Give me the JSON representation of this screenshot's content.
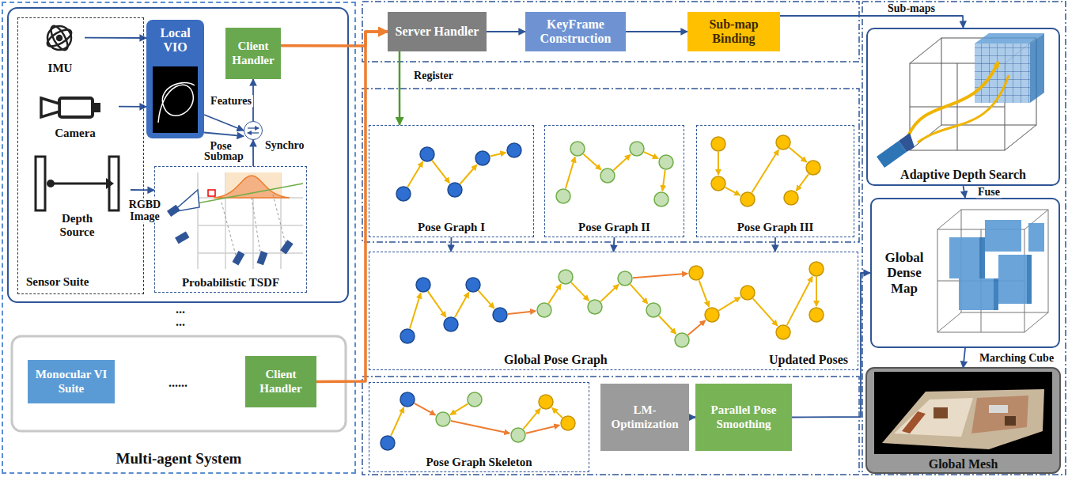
{
  "diagram": {
    "nodes": [
      {
        "text": [
          "Multi-agent System"
        ]
      },
      {
        "text": [
          "Sensor Suite"
        ],
        "in": 0
      },
      {
        "text": [
          "IMU"
        ],
        "in": 1
      },
      {
        "text": [
          "Camera"
        ],
        "in": 1
      },
      {
        "text": [
          "Depth Source"
        ],
        "in": 1
      },
      {
        "text": [
          "Local VIO"
        ],
        "in": 0
      },
      {
        "text": [
          "Client Handler"
        ],
        "in": 0
      },
      {
        "text": [
          "Synchro"
        ],
        "in": 0
      },
      {
        "text": [
          "Probabilistic TSDF"
        ],
        "in": 0
      },
      {
        "text": [
          "Monocular VI Suite"
        ],
        "in": 0
      },
      {
        "text": [
          "Client Handler"
        ],
        "in": 0
      },
      {
        "text": [
          "Server Handler"
        ]
      },
      {
        "text": [
          "KeyFrame Construction"
        ]
      },
      {
        "text": [
          "Sub-map Binding"
        ]
      },
      {
        "text": [
          "Pose Graph I"
        ]
      },
      {
        "text": [
          "Pose Graph II"
        ]
      },
      {
        "text": [
          "Pose Graph III"
        ]
      },
      {
        "text": [
          "Global Pose Graph",
          "Updated Poses"
        ]
      },
      {
        "text": [
          "Pose Graph Skeleton"
        ]
      },
      {
        "text": [
          "LM-Optimization"
        ]
      },
      {
        "text": [
          "Parallel Pose Smoothing"
        ]
      },
      {
        "text": [
          "Adaptive Depth Search"
        ]
      },
      {
        "text": [
          "Global Dense Map"
        ]
      },
      {
        "text": [
          "Global Mesh"
        ]
      }
    ],
    "edges": [
      {
        "from": 2,
        "to": 5,
        "arrow": "to"
      },
      {
        "from": 3,
        "to": 5,
        "arrow": "to"
      },
      {
        "from": 4,
        "to": 8,
        "label": "RGBD Image",
        "arrow": "to"
      },
      {
        "from": 5,
        "to": 7,
        "label": "Features",
        "arrow": "to"
      },
      {
        "from": 5,
        "to": 7,
        "label": "Pose",
        "arrow": "to"
      },
      {
        "from": 8,
        "to": 7,
        "label": "Submap",
        "arrow": "to"
      },
      {
        "from": 7,
        "to": 6,
        "arrow": "to"
      },
      {
        "from": 6,
        "to": 11,
        "arrow": "to"
      },
      {
        "from": 10,
        "to": 11,
        "arrow": "to"
      },
      {
        "from": 11,
        "to": 12,
        "arrow": "to"
      },
      {
        "from": 12,
        "to": 13,
        "arrow": "to"
      },
      {
        "from": 13,
        "to": 21,
        "label": "Sub-maps",
        "arrow": "to"
      },
      {
        "from": 11,
        "to": 14,
        "label": "Register",
        "arrow": "to"
      },
      {
        "from": 14,
        "to": 17,
        "arrow": "to"
      },
      {
        "from": 15,
        "to": 17,
        "arrow": "to"
      },
      {
        "from": 16,
        "to": 17,
        "arrow": "to"
      },
      {
        "from": 19,
        "to": 20,
        "arrow": "to"
      },
      {
        "from": 20,
        "to": 22,
        "arrow": "to"
      },
      {
        "from": 21,
        "to": 22,
        "label": "Fuse",
        "arrow": "to"
      },
      {
        "from": 22,
        "to": 23,
        "label": "Marching Cube",
        "arrow": "to"
      }
    ],
    "labels": [
      "...",
      "...",
      "......"
    ]
  }
}
